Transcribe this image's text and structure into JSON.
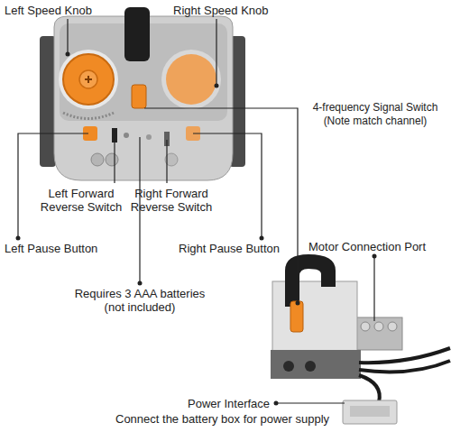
{
  "diagram": {
    "labels": [
      "Left Speed Knob",
      "Right Speed Knob",
      "4-frequency Signal Switch (Note match channel)",
      "Left Forward Reverse Switch",
      "Right Forward Reverse Switch",
      "Left Pause Button",
      "Right Pause Button",
      "Requires 3 AAA batteries (not included)",
      "Motor Connection Port",
      "Power Interface",
      "Connect the battery box for power supply"
    ]
  }
}
